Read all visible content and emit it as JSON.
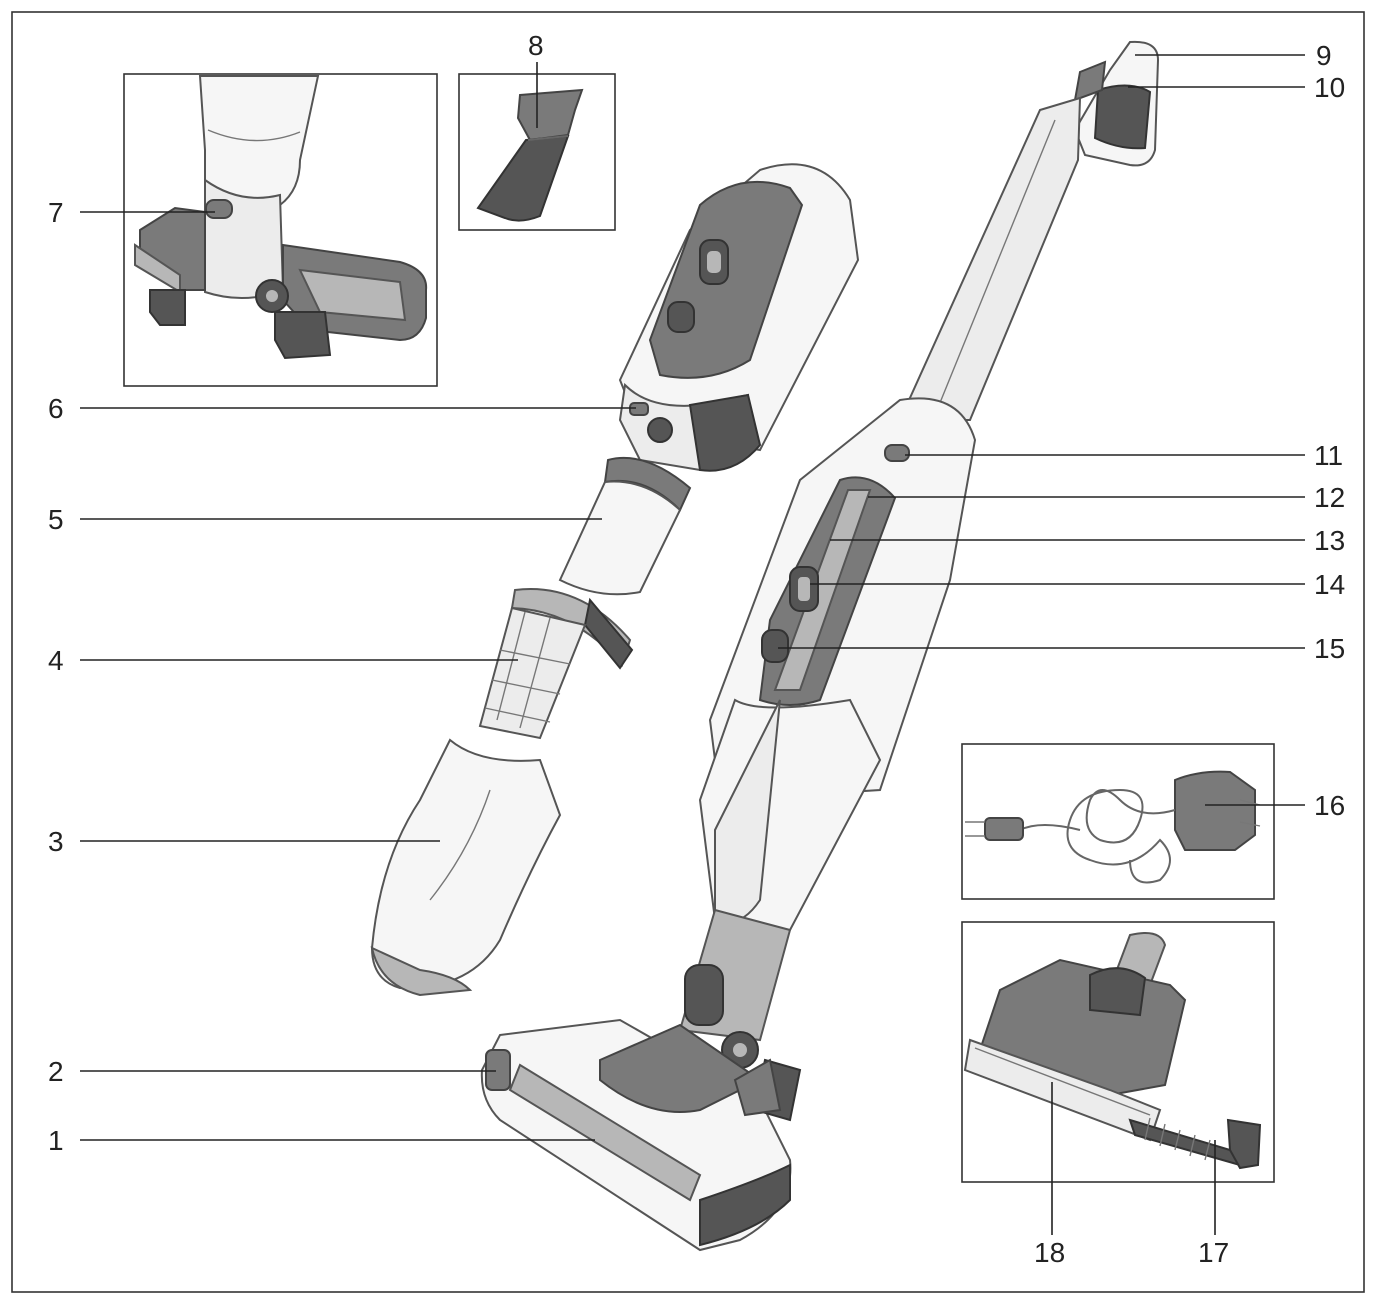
{
  "figure": {
    "callouts": [
      {
        "id": "1",
        "label": "1"
      },
      {
        "id": "2",
        "label": "2"
      },
      {
        "id": "3",
        "label": "3"
      },
      {
        "id": "4",
        "label": "4"
      },
      {
        "id": "5",
        "label": "5"
      },
      {
        "id": "6",
        "label": "6"
      },
      {
        "id": "7",
        "label": "7"
      },
      {
        "id": "8",
        "label": "8"
      },
      {
        "id": "9",
        "label": "9"
      },
      {
        "id": "10",
        "label": "10"
      },
      {
        "id": "11",
        "label": "11"
      },
      {
        "id": "12",
        "label": "12"
      },
      {
        "id": "13",
        "label": "13"
      },
      {
        "id": "14",
        "label": "14"
      },
      {
        "id": "15",
        "label": "15"
      },
      {
        "id": "16",
        "label": "16"
      },
      {
        "id": "17",
        "label": "17"
      },
      {
        "id": "18",
        "label": "18"
      }
    ]
  }
}
